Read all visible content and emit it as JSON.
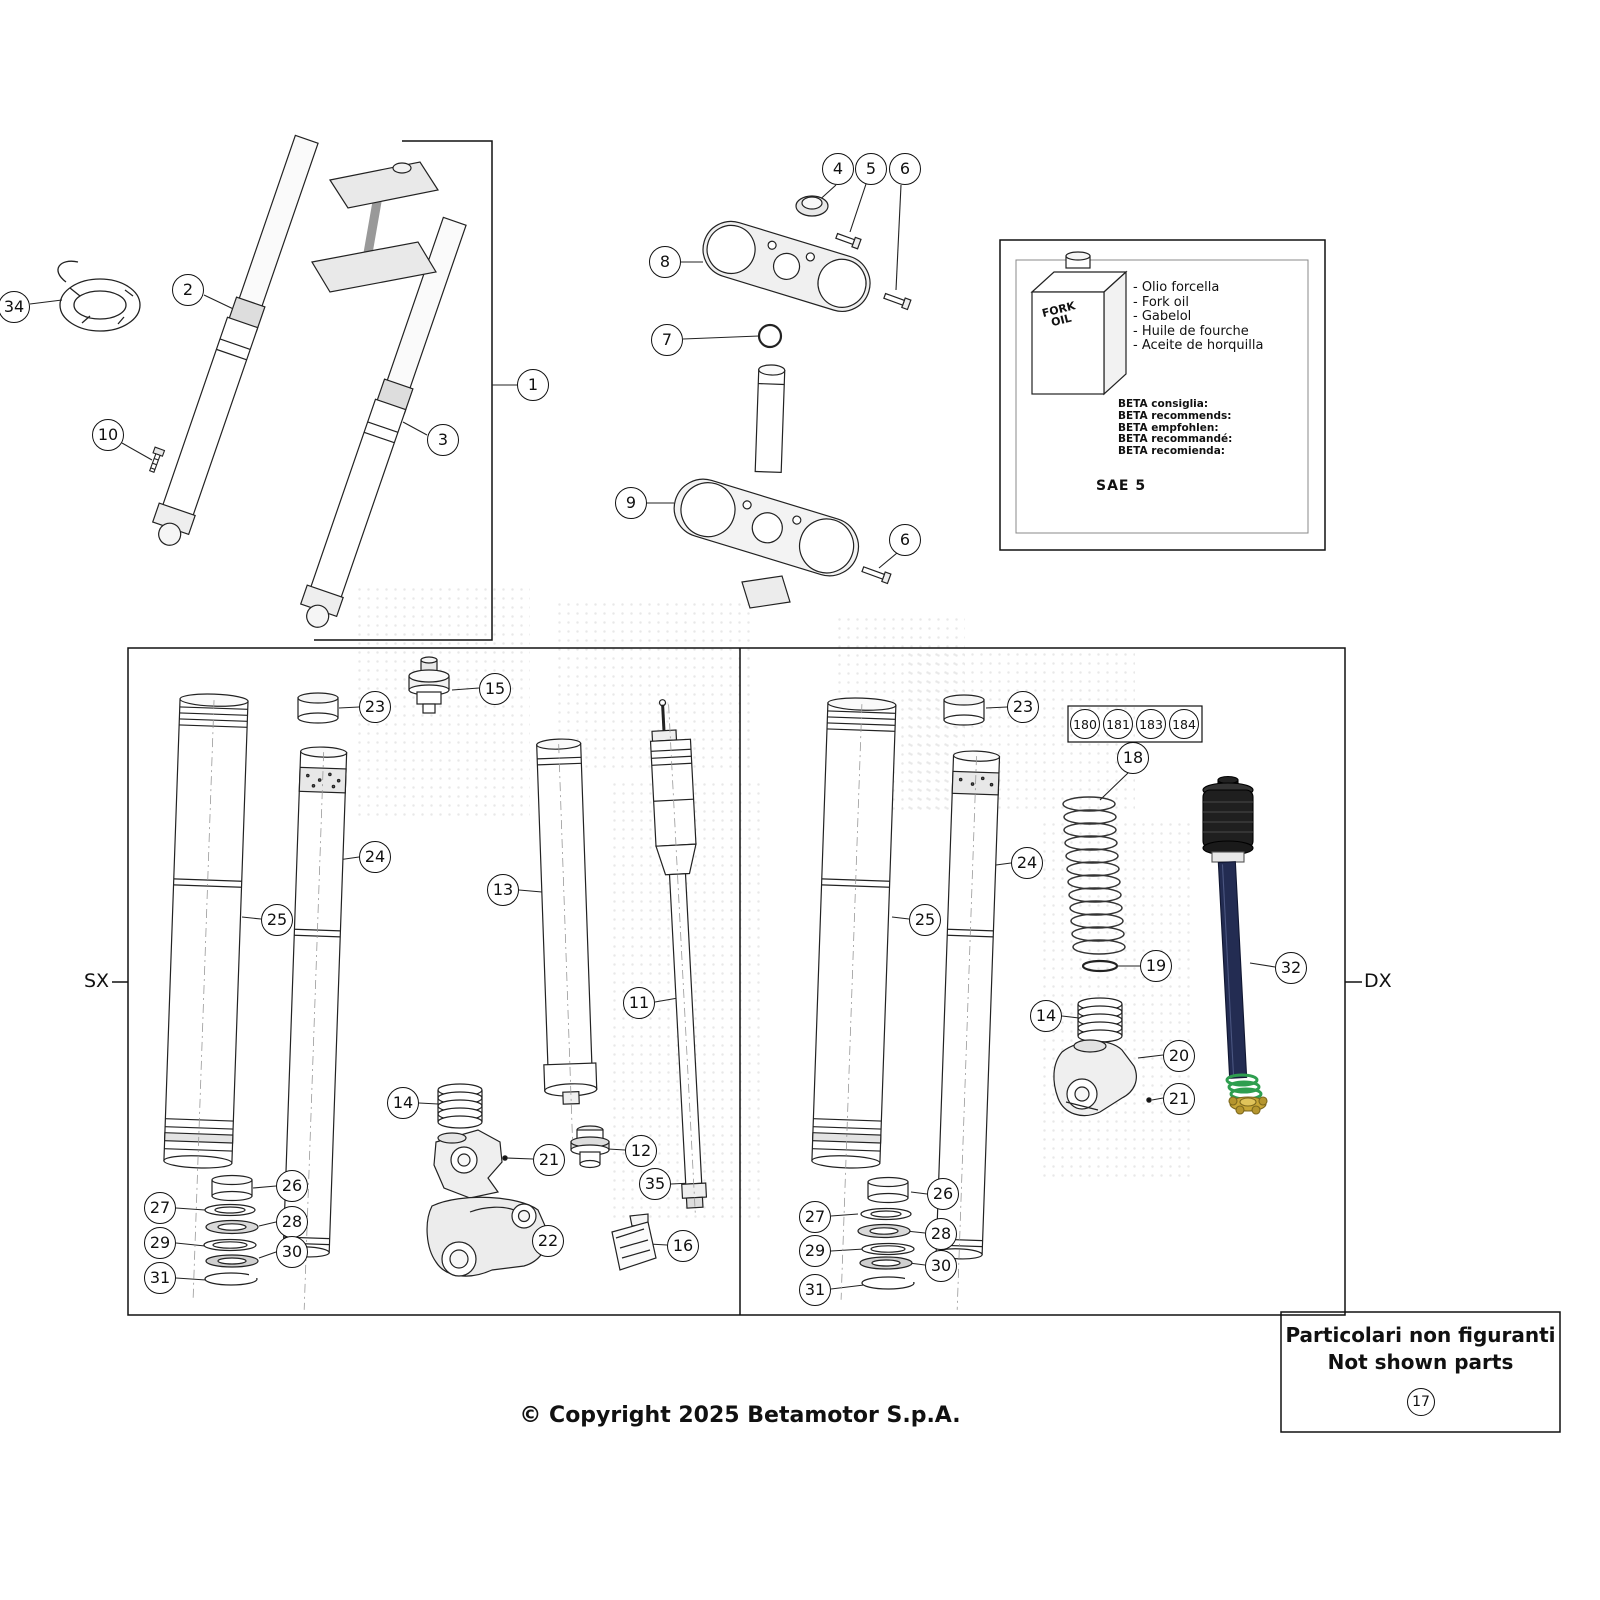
{
  "page": {
    "copyright": "© Copyright 2025 Betamotor S.p.A."
  },
  "side_labels": {
    "left": "SX",
    "right": "DX"
  },
  "oil_info_box": {
    "bottle_label": "FORK OIL",
    "oil_names": [
      "- Olio forcella",
      "- Fork oil",
      "- Gabelol",
      "- Huile de fourche",
      "- Aceite de horquilla"
    ],
    "recommendations": [
      "BETA consiglia:",
      "BETA recommends:",
      "BETA empfohlen:",
      "BETA recommandé:",
      "BETA recomienda:"
    ],
    "oil_grade": "SAE 5"
  },
  "not_shown_box": {
    "line1": "Particolari non figuranti",
    "line2": "Not shown parts",
    "callout": "17"
  },
  "spring_kit_labels": [
    "180",
    "181",
    "183",
    "184"
  ],
  "callouts": {
    "c1": "1",
    "c2": "2",
    "c3": "3",
    "c4": "4",
    "c5": "5",
    "c6": "6",
    "c7": "7",
    "c8": "8",
    "c9": "9",
    "c10": "10",
    "c11": "11",
    "c12": "12",
    "c13": "13",
    "c14": "14",
    "c15": "15",
    "c16": "16",
    "c18": "18",
    "c19": "19",
    "c20": "20",
    "c21": "21",
    "c22": "22",
    "c23": "23",
    "c24": "24",
    "c25": "25",
    "c26": "26",
    "c27": "27",
    "c28": "28",
    "c29": "29",
    "c30": "30",
    "c31": "31",
    "c32": "32",
    "c34": "34",
    "c35": "35"
  }
}
